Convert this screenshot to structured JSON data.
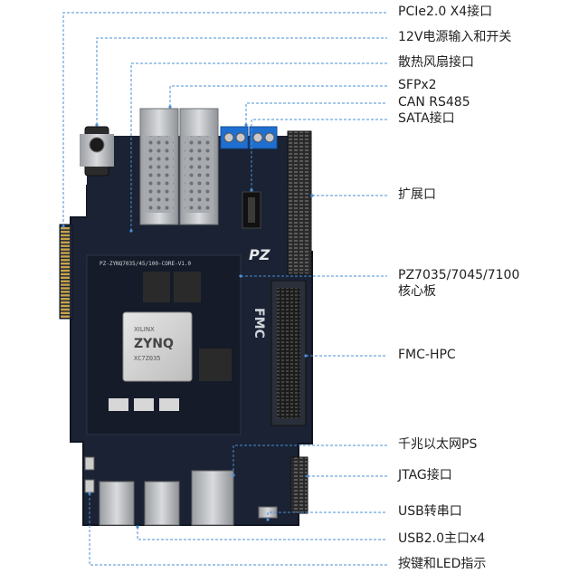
{
  "labels": [
    {
      "id": "pcie",
      "text": "PCIe2.0  X4接口"
    },
    {
      "id": "power",
      "text": "12V电源输入和开关"
    },
    {
      "id": "fan",
      "text": "散热风扇接口"
    },
    {
      "id": "sfp",
      "text": "SFPx2"
    },
    {
      "id": "can",
      "text": "CAN RS485"
    },
    {
      "id": "sata",
      "text": "SATA接口"
    },
    {
      "id": "expansion",
      "text": "扩展口"
    },
    {
      "id": "core",
      "text": "PZ7035/7045/7100"
    },
    {
      "id": "core2",
      "text": "核心板"
    },
    {
      "id": "fmc",
      "text": "FMC-HPC"
    },
    {
      "id": "eth",
      "text": "千兆以太网PS"
    },
    {
      "id": "jtag",
      "text": "JTAG接口"
    },
    {
      "id": "uart",
      "text": "USB转串口"
    },
    {
      "id": "usb",
      "text": "USB2.0主口x4"
    },
    {
      "id": "keys",
      "text": "按键和LED指示"
    }
  ],
  "board": {
    "silk_top": "PZ-ZYNQ7035/45/100-CORE-V1.0",
    "chip_brand": "XILINX",
    "chip_name": "ZYNQ",
    "chip_part": "XC7Z035",
    "fmc_mark": "FMC",
    "logo": "PZ"
  },
  "colors": {
    "pcb": "#1a2233",
    "pcb_edge": "#0f1520",
    "gold": "#c9a44a",
    "metal": "#b9bcc0",
    "terminal": "#1f6fd1",
    "leader": "#4a8fd6"
  }
}
